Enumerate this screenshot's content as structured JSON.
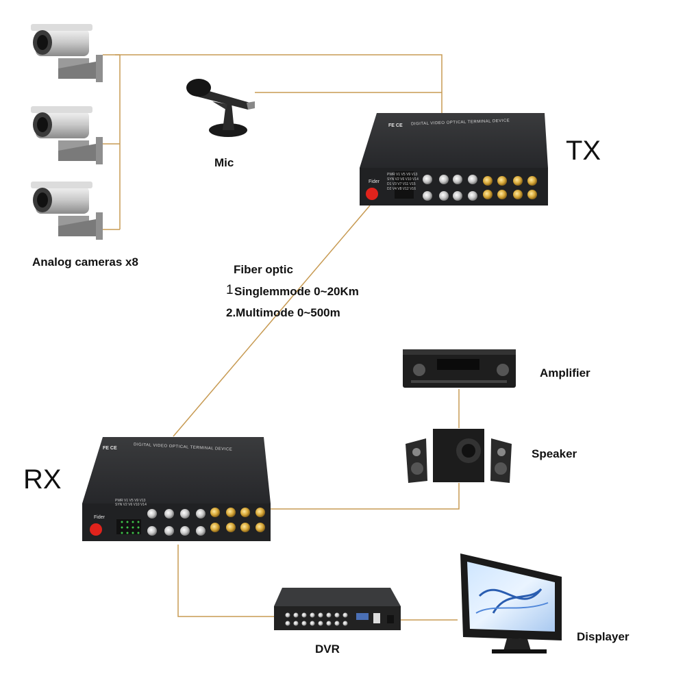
{
  "labels": {
    "cameras": "Analog cameras x8",
    "mic": "Mic",
    "tx": "TX",
    "rx": "RX",
    "fiber_title": "Fiber optic",
    "fiber_line1_num": "1",
    "fiber_line1": "Singlemmode 0~20Km",
    "fiber_line2": "2.Multimode 0~500m",
    "amplifier": "Amplifier",
    "speaker": "Speaker",
    "dvr": "DVR",
    "displayer": "Displayer"
  },
  "device": {
    "top_text": "DIGITAL VIDEO OPTICAL TERMINAL DEVICE",
    "port_label": "Fider",
    "brand_mark": "FE CE",
    "led_rows": [
      "PWR V1 V5 V9 V13",
      "SYN V2 V6 V10 V14",
      "D1 V3 V7 V11 V15",
      "D2 V4 V8 V12 V16"
    ]
  },
  "colors": {
    "line": "#c79a52",
    "device_body": "#2e2f31",
    "fiber_port": "#e0231c"
  }
}
